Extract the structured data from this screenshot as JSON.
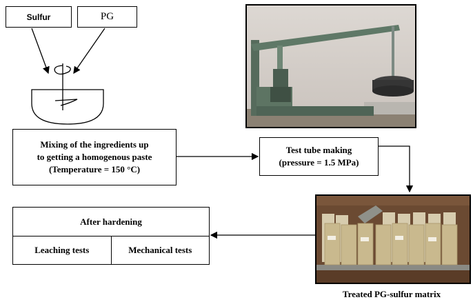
{
  "inputs": {
    "sulfur": "Sulfur",
    "pg": "PG"
  },
  "mixing": {
    "line1": "Mixing of the ingredients up",
    "line2": "to getting a homogenous paste",
    "line3": "(Temperature = 150 °C)"
  },
  "test_tube": {
    "line1": "Test tube making",
    "line2": "(pressure = 1.5 MPa)"
  },
  "after_hardening": {
    "header": "After hardening",
    "leaching": "Leaching tests",
    "mechanical": "Mechanical tests"
  },
  "samples_caption": "Treated PG-sulfur matrix",
  "icons": {
    "mixer": "mixing-bowl-with-stirrer-icon",
    "press_photo": "hydraulic-press-photo",
    "samples_photo": "sample-cylinders-photo"
  }
}
